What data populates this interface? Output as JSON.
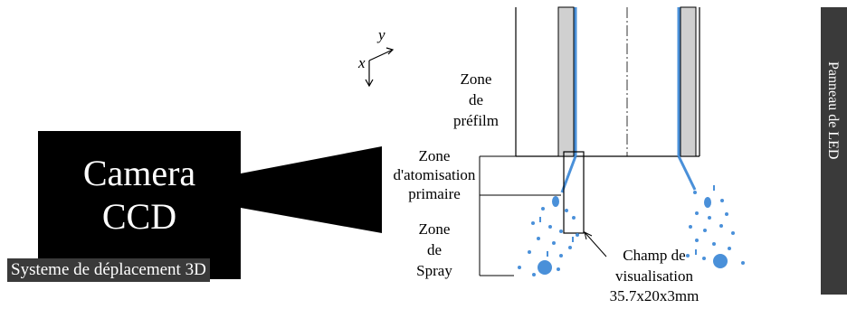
{
  "camera": {
    "line1": "Camera",
    "line2": "CCD"
  },
  "system_label": "Systeme de déplacement 3D",
  "axes": {
    "x": "x",
    "y": "y"
  },
  "zones": {
    "prefilm": [
      "Zone",
      "de",
      "préfilm"
    ],
    "atomisation": [
      "Zone",
      "d'atomisation",
      "primaire"
    ],
    "spray": [
      "Zone",
      "de",
      "Spray"
    ]
  },
  "champ": [
    "Champ de",
    "visualisation",
    "35.7x20x3mm"
  ],
  "led_panel": "Panneau de LED",
  "colors": {
    "liquid": "#4a90d9",
    "wall": "#d0d0d0",
    "camera": "#000000",
    "label_bg": "#3a3a3a"
  }
}
